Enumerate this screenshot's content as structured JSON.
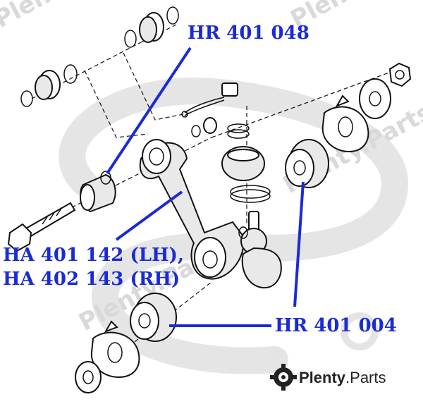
{
  "labels": {
    "upper_bushing": "HR 401 048",
    "arm_lh": "HA 401 142 (LH),",
    "arm_rh": "HA 402 143 (RH)",
    "lower_bushing": "HR 401 004"
  },
  "brand": {
    "name_bold": "Plenty",
    "name_rest": ".Parts",
    "icon": "gear-disc-icon"
  },
  "watermark": {
    "text": "Plenty.Parts"
  },
  "colors": {
    "label_blue": "#1a2bd6",
    "watermark_gray": "#d9d9d9",
    "line_black": "#111111"
  }
}
